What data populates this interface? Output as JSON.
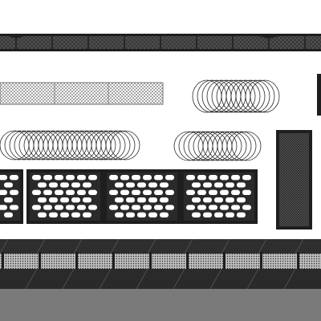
{
  "colors": {
    "background": "#ffffff",
    "frame": "#1e1e1e",
    "mesh": "#333333",
    "panel_dark": "#2a2a2a",
    "ground": "#7a7a7a"
  },
  "objects": [
    {
      "name": "top-mesh-beam",
      "kind": "beam"
    },
    {
      "name": "fine-diamond-mesh-strip",
      "kind": "mesh-strip"
    },
    {
      "name": "coiled-razor-wire-small",
      "kind": "coil"
    },
    {
      "name": "coiled-razor-wire-long",
      "kind": "coil"
    },
    {
      "name": "coiled-razor-wire-medium",
      "kind": "coil"
    },
    {
      "name": "vertical-mesh-panel",
      "kind": "mesh-panel"
    },
    {
      "name": "expanded-metal-panel",
      "kind": "panel",
      "count": 4
    },
    {
      "name": "perforated-canopy",
      "kind": "canopy"
    }
  ]
}
